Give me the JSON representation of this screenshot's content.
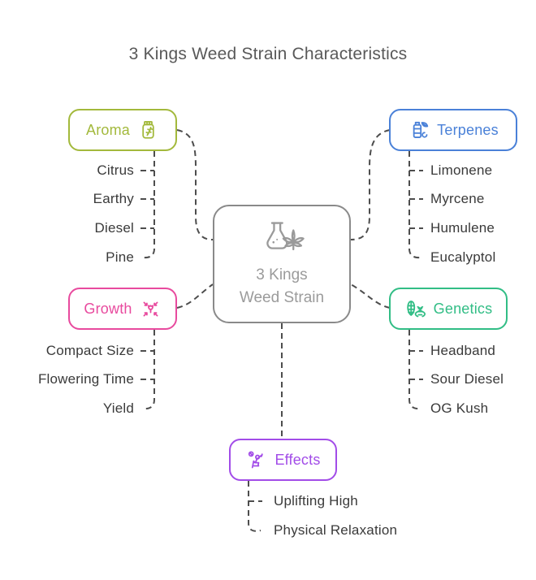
{
  "page": {
    "title": "3 Kings Weed Strain Characteristics"
  },
  "center": {
    "label_line1": "3 Kings",
    "label_line2": "Weed Strain",
    "icon": "flask-cannabis-leaf-icon",
    "border_color": "#8a8a8a",
    "text_color": "#9b9b9b"
  },
  "branches": {
    "aroma": {
      "label": "Aroma",
      "color": "#a3b93c",
      "icon": "herb-jar-icon",
      "items": [
        "Citrus",
        "Earthy",
        "Diesel",
        "Pine"
      ]
    },
    "terpenes": {
      "label": "Terpenes",
      "color": "#4a81d8",
      "icon": "bottle-leaf-icon",
      "items": [
        "Limonene",
        "Myrcene",
        "Humulene",
        "Eucalyptol"
      ]
    },
    "growth": {
      "label": "Growth",
      "color": "#e84a9e",
      "icon": "compress-plant-icon",
      "items": [
        "Compact Size",
        "Flowering Time",
        "Yield"
      ]
    },
    "genetics": {
      "label": "Genetics",
      "color": "#31bd85",
      "icon": "corn-dna-icon",
      "items": [
        "Headband",
        "Sour Diesel",
        "OG Kush"
      ]
    },
    "effects": {
      "label": "Effects",
      "color": "#a24ce8",
      "icon": "relaxing-person-icon",
      "items": [
        "Uplifting High",
        "Physical Relaxation"
      ]
    }
  },
  "connector_color": "#4d4d4d",
  "background_color": "#ffffff",
  "title_color": "#595959"
}
